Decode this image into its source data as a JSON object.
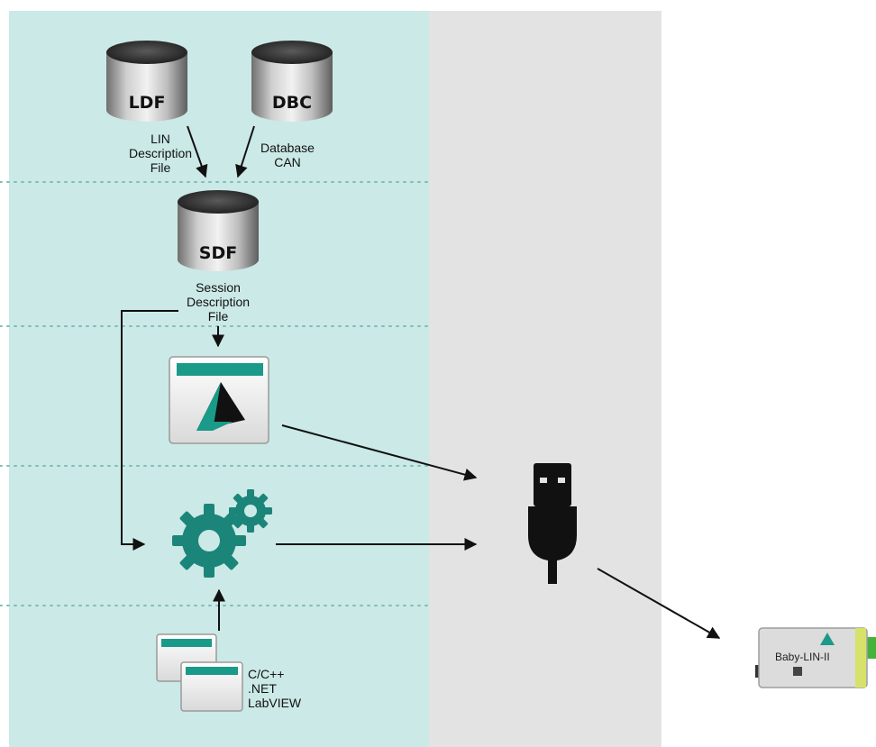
{
  "databases": {
    "ldf": {
      "code": "LDF",
      "caption": "LIN\nDescription\nFile"
    },
    "dbc": {
      "code": "DBC",
      "caption": "Database\nCAN"
    },
    "sdf": {
      "code": "SDF",
      "caption": "Session\nDescription\nFile"
    }
  },
  "languages": "C/C++\n.NET\nLabVIEW",
  "device": {
    "label": "Baby-LIN-II"
  },
  "colors": {
    "panel_teal": "#cbe9e6",
    "panel_gray": "#e3e3e3",
    "accent_teal": "#1a9a88",
    "gear": "#1b8579",
    "dotted": "#7fbfb6"
  },
  "icons": [
    "ldf-database-icon",
    "dbc-database-icon",
    "sdf-database-icon",
    "app-window-icon",
    "gears-icon",
    "usb-connector-icon",
    "api-windows-icon",
    "baby-lin-device-icon"
  ]
}
